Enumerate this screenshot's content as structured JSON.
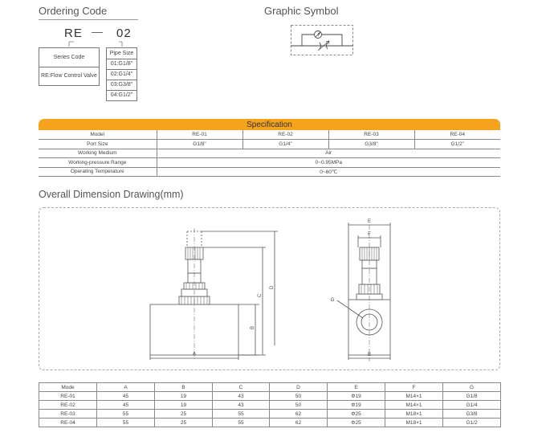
{
  "ordering": {
    "title": "Ordering Code",
    "code_prefix": "RE",
    "code_suffix": "02",
    "series_label": "Series Code",
    "series_value": "RE:Flow Control Valve",
    "pipe_label": "Pipe Size",
    "pipe_options": [
      "01:G1/8\"",
      "02:G1/4\"",
      "03:G3/8\"",
      "04:G1/2\""
    ]
  },
  "graphic": {
    "title": "Graphic Symbol"
  },
  "spec": {
    "title": "Specification",
    "model_label": "Model",
    "models": [
      "RE-01",
      "RE-02",
      "RE-03",
      "RE-04"
    ],
    "port_label": "Port Size",
    "ports": [
      "G1/8\"",
      "G1/4\"",
      "G3/8\"",
      "G1/2\""
    ],
    "medium_label": "Working Medium",
    "medium_value": "Air",
    "pressure_label": "Working-pressure Range",
    "pressure_value": "0~0.95MPa",
    "temp_label": "Operating Temperature",
    "temp_value": "0~60℃"
  },
  "drawing": {
    "title": "Overall Dimension Drawing(mm)",
    "labels": {
      "A": "A",
      "B": "B",
      "C": "C",
      "D": "D",
      "E": "E",
      "F": "F",
      "G": "G"
    }
  },
  "dimensions": {
    "headers": [
      "Mode",
      "A",
      "B",
      "C",
      "D",
      "E",
      "F",
      "G"
    ],
    "rows": [
      [
        "RE-01",
        "45",
        "19",
        "43",
        "50",
        "Φ19",
        "M14×1",
        "G1/8"
      ],
      [
        "RE-02",
        "45",
        "19",
        "43",
        "50",
        "Φ19",
        "M14×1",
        "G1/4"
      ],
      [
        "RE-03",
        "55",
        "25",
        "55",
        "62",
        "Φ25",
        "M18×1",
        "G3/8"
      ],
      [
        "RE-04",
        "55",
        "25",
        "55",
        "62",
        "Φ25",
        "M18×1",
        "G1/2"
      ]
    ]
  }
}
